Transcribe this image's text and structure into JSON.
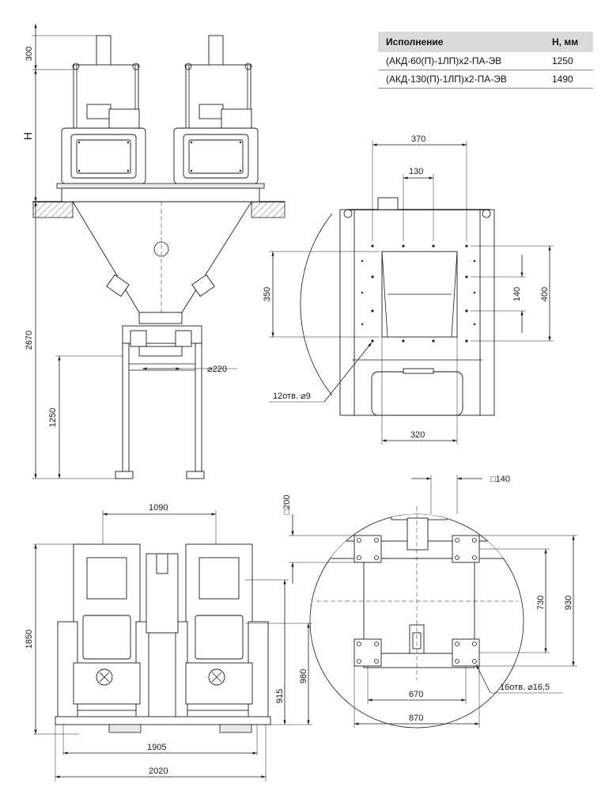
{
  "table": {
    "headers": [
      "Исполнение",
      "Н, мм"
    ],
    "rows": [
      [
        "(АКД-60(П)-1ЛП)х2-ПА-ЭВ",
        "1250"
      ],
      [
        "(АКД-130(П)-1ЛП)х2-ПА-ЭВ",
        "1490"
      ]
    ]
  },
  "front_view": {
    "dim_300": "300",
    "dim_h": "H",
    "dim_2670": "2670",
    "dim_1250": "1250",
    "dim_d220": "⌀220"
  },
  "detail_top": {
    "dim_370": "370",
    "dim_130": "130",
    "dim_350": "350",
    "dim_140": "140",
    "dim_400": "400",
    "dim_320": "320",
    "holes": "12отв. ⌀9"
  },
  "plan_view": {
    "dim_1090": "1090",
    "dim_1850": "1850",
    "dim_915": "915",
    "dim_980": "980",
    "dim_1905": "1905",
    "dim_2020": "2020"
  },
  "detail_bottom": {
    "dim_sq140": "□140",
    "dim_sq200": "□200",
    "dim_730": "730",
    "dim_930": "930",
    "dim_670": "670",
    "dim_870": "870",
    "holes": "16отв. ⌀16,5"
  }
}
